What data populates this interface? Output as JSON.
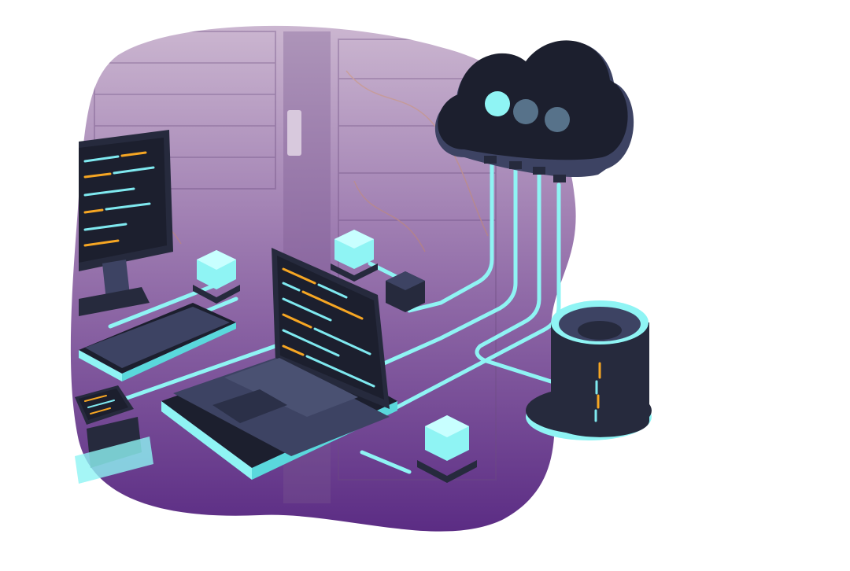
{
  "illustration": {
    "subject": "",
    "elements": {
      "cloud": "cloud-icon",
      "desktop": "desktop-monitor",
      "laptop": "laptop",
      "database": "database-cylinder",
      "phone": "phone-device",
      "cubes": "data-cube",
      "cables": "glowing-cable"
    }
  },
  "colors": {
    "background": "#ffffff",
    "blob_top": "#c9b3cf",
    "blob_bottom": "#5e2f86",
    "device_dark": "#262a3d",
    "device_mid": "#3d4363",
    "glow": "#8ff4f4",
    "code_orange": "#f6a623",
    "code_cyan": "#7fe9f0"
  }
}
